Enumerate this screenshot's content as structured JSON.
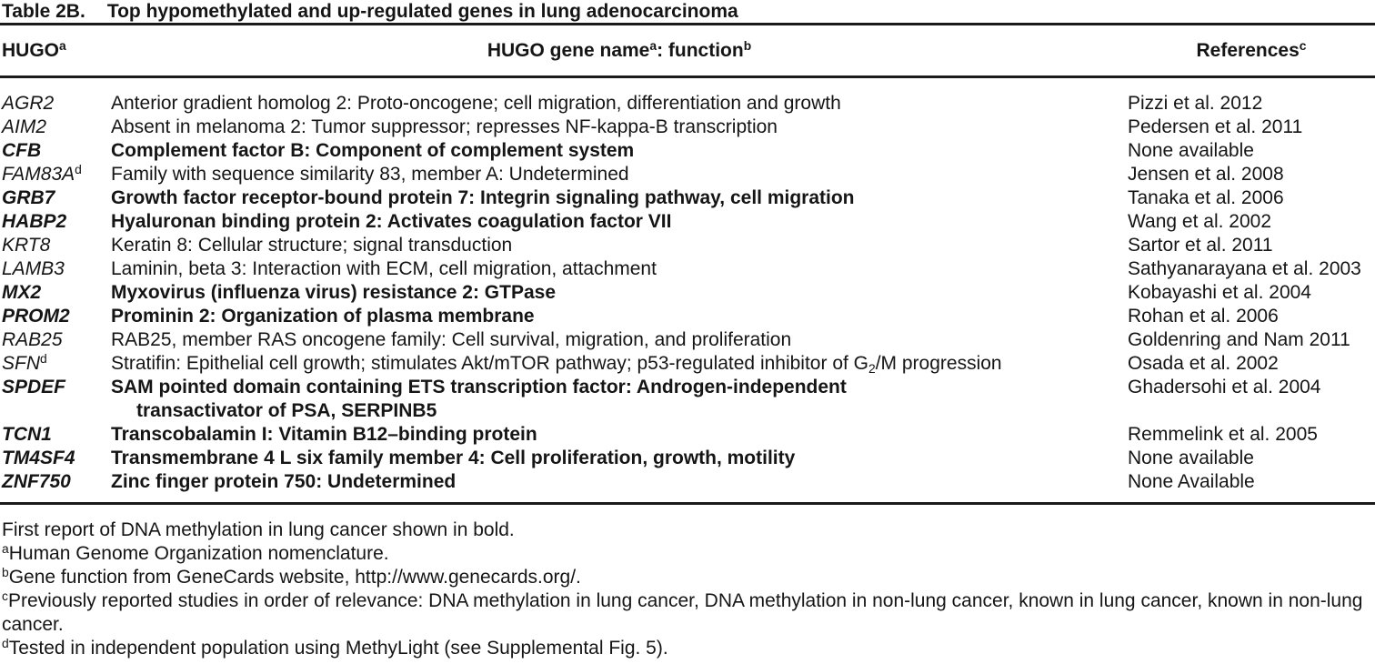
{
  "title": {
    "label": "Table 2B.",
    "text": "Top hypomethylated and up-regulated genes in lung adenocarcinoma"
  },
  "table": {
    "columns": [
      {
        "key": "gene",
        "header": "HUGO^{a}"
      },
      {
        "key": "function",
        "header": "HUGO gene name^{a}: function^{b}"
      },
      {
        "key": "references",
        "header": "References^{c}"
      }
    ],
    "rows": [
      {
        "gene": "AGR2",
        "bold": false,
        "function": "Anterior gradient homolog 2: Proto-oncogene; cell migration, differentiation and growth",
        "references": "Pizzi et al. 2012"
      },
      {
        "gene": "AIM2",
        "bold": false,
        "function": "Absent in melanoma 2: Tumor suppressor; represses NF-kappa-B transcription",
        "references": "Pedersen et al. 2011"
      },
      {
        "gene": "CFB",
        "bold": true,
        "function": "Complement factor B: Component of complement system",
        "references": "None available"
      },
      {
        "gene": "FAM83A^{d}",
        "bold": false,
        "function": "Family with sequence similarity 83, member A: Undetermined",
        "references": "Jensen et al. 2008"
      },
      {
        "gene": "GRB7",
        "bold": true,
        "function": "Growth factor receptor-bound protein 7: Integrin signaling pathway, cell migration",
        "references": "Tanaka et al. 2006"
      },
      {
        "gene": "HABP2",
        "bold": true,
        "function": "Hyaluronan binding protein 2: Activates coagulation factor VII",
        "references": "Wang et al. 2002"
      },
      {
        "gene": "KRT8",
        "bold": false,
        "function": "Keratin 8: Cellular structure; signal transduction",
        "references": "Sartor et al. 2011"
      },
      {
        "gene": "LAMB3",
        "bold": false,
        "function": "Laminin, beta 3: Interaction with ECM, cell migration, attachment",
        "references": "Sathyanarayana et al. 2003"
      },
      {
        "gene": "MX2",
        "bold": true,
        "function": "Myxovirus (influenza virus) resistance 2: GTPase",
        "references": "Kobayashi et al. 2004"
      },
      {
        "gene": "PROM2",
        "bold": true,
        "function": "Prominin 2: Organization of plasma membrane",
        "references": "Rohan et al. 2006"
      },
      {
        "gene": "RAB25",
        "bold": false,
        "function": "RAB25, member RAS oncogene family: Cell survival, migration, and proliferation",
        "references": "Goldenring and Nam 2011"
      },
      {
        "gene": "SFN^{d}",
        "bold": false,
        "function": "Stratifin: Epithelial cell growth; stimulates Akt/mTOR pathway; p53-regulated inhibitor of G_{2}/M progression",
        "references": "Osada et al. 2002"
      },
      {
        "gene": "SPDEF",
        "bold": true,
        "function": "SAM pointed domain containing ETS transcription factor: Androgen-independent\ntransactivator of PSA, SERPINB5",
        "references": "Ghadersohi et al. 2004"
      },
      {
        "gene": "TCN1",
        "bold": true,
        "function": "Transcobalamin I: Vitamin B12–binding protein",
        "references": "Remmelink et al. 2005"
      },
      {
        "gene": "TM4SF4",
        "bold": true,
        "function": "Transmembrane 4 L six family member 4: Cell proliferation, growth, motility",
        "references": "None available"
      },
      {
        "gene": "ZNF750",
        "bold": true,
        "function": "Zinc finger protein 750: Undetermined",
        "references": "None Available"
      }
    ]
  },
  "footnotes": [
    "First report of DNA methylation in lung cancer shown in bold.",
    "^{a}Human Genome Organization nomenclature.",
    "^{b}Gene function from GeneCards website, http://www.genecards.org/.",
    "^{c}Previously reported studies in order of relevance: DNA methylation in lung cancer, DNA methylation in non-lung cancer, known in lung cancer, known in non-lung cancer.",
    "^{d}Tested in independent population using MethyLight (see Supplemental Fig. 5)."
  ],
  "colors": {
    "background": "#ffffff",
    "text": "#151515",
    "rule": "#1b1b1b"
  }
}
